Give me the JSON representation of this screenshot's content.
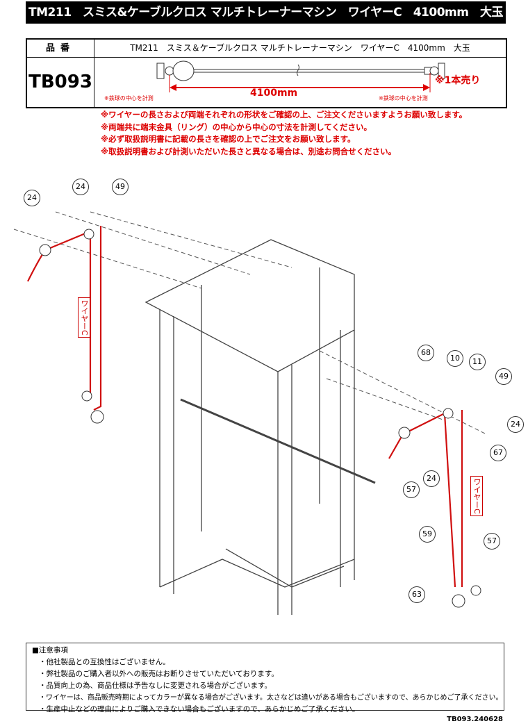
{
  "title": "TM211　スミス&ケーブルクロス マルチトレーナーマシン　ワイヤーC　4100mm　大玉",
  "spec_table": {
    "header_label": "品番",
    "header_value": "TM211　スミス＆ケーブルクロス マルチトレーナーマシン　ワイヤーC　4100mm　大玉",
    "part_code": "TB093",
    "measure_note_left": "※鉄球の中心を計測",
    "measure_note_right": "※鉄球の中心を計測",
    "length": "4100mm",
    "sold_single": "※1本売り"
  },
  "red_notes": [
    "※ワイヤーの長さおよび両端それぞれの形状をご確認の上、ご注文くださいますようお願い致します。",
    "※両端共に端末金具（リング）の中心から中心の寸法を計測してください。",
    "※必ず取扱説明書に記載の長さを確認の上でご注文をお願い致します。",
    "※取扱説明書および計測いただいた長さと異なる場合は、別途お問合せください。"
  ],
  "diagram": {
    "wire_label": "ワイヤーC",
    "callouts": [
      "24",
      "24",
      "49",
      "68",
      "10",
      "11",
      "49",
      "24",
      "67",
      "57",
      "24",
      "59",
      "57",
      "63"
    ],
    "wire_color": "#d01010"
  },
  "caution": {
    "heading": "■注意事項",
    "items": [
      "・他社製品との互換性はございません。",
      "・弊社製品のご購入者以外への販売はお断りさせていただいております。",
      "・品質向上の為、商品仕様は予告なしに変更される場合がございます。",
      "・ワイヤーは、商品販売時期によってカラーが異なる場合がございます。太さなどは違いがある場合もございますので、あらかじめご了承ください。",
      "・生産中止などの理由によりご購入できない場合もございますので、あらかじめご了承ください。"
    ]
  },
  "footer_code": "TB093.240628"
}
